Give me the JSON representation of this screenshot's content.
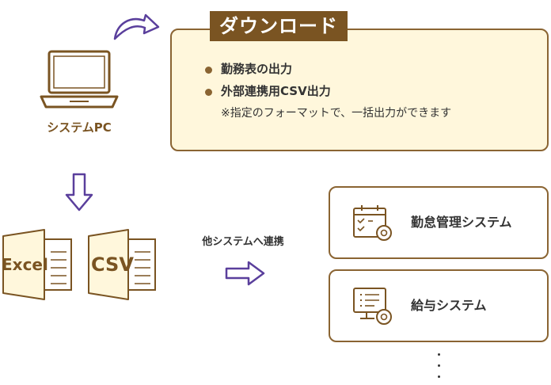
{
  "download": {
    "title": "ダウンロード",
    "items": [
      "勤務表の出力",
      "外部連携用CSV出力"
    ],
    "note": "※指定のフォーマットで、一括出力ができます"
  },
  "pc": {
    "label": "システムPC",
    "icon": "laptop-icon"
  },
  "files": {
    "excel_label": "Excel",
    "csv_label": "CSV"
  },
  "transfer": {
    "label": "他システムへ連携"
  },
  "systems": [
    {
      "label": "勤怠管理システム",
      "icon": "calendar-gear-icon"
    },
    {
      "label": "給与システム",
      "icon": "monitor-gear-icon"
    }
  ],
  "colors": {
    "accent": "#7a5422",
    "box_fill": "#fff7dc",
    "arrow": "#5a3f9c"
  }
}
